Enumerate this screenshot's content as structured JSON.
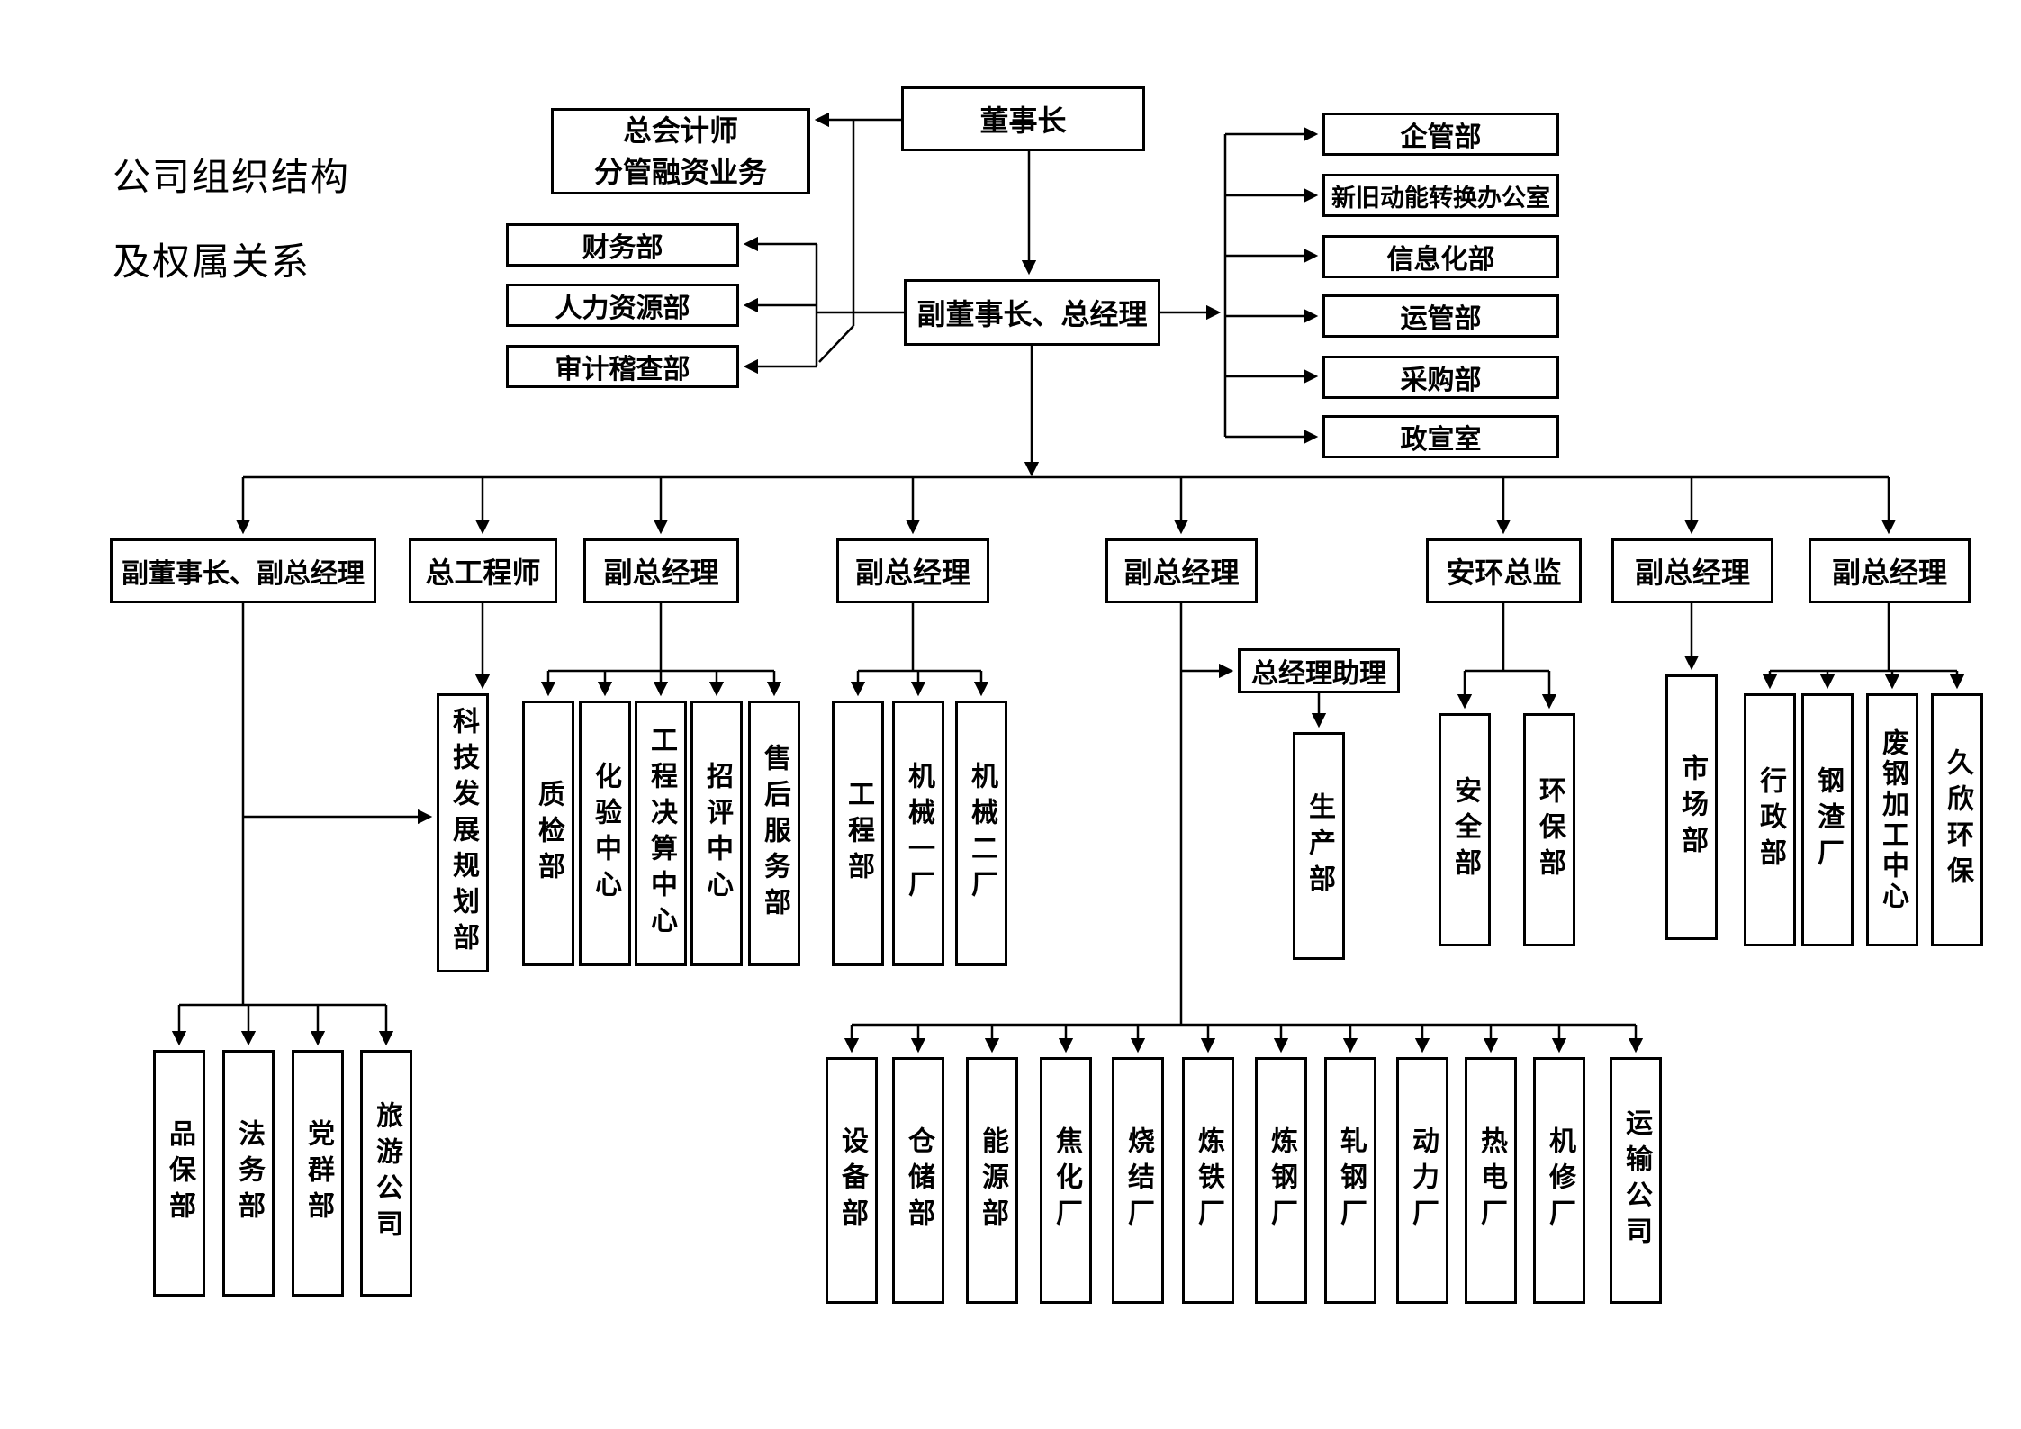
{
  "title": {
    "line1": "公司组织结构",
    "line2": "及权属关系"
  },
  "top": {
    "chairman": "董事长",
    "chief_accountant": {
      "line1": "总会计师",
      "line2": "分管融资业务"
    },
    "vice_chairman_gm": "副董事长、总经理",
    "left_depts": {
      "finance": "财务部",
      "hr": "人力资源部",
      "audit": "审计稽查部"
    },
    "right_depts": {
      "qiguan": "企管部",
      "new_old_kinetic": "新旧动能转换办公室",
      "informatization": "信息化部",
      "yunguan": "运管部",
      "procurement": "采购部",
      "zhengxuan": "政宣室"
    }
  },
  "level2": {
    "vice_chairman_vgm": "副董事长、副总经理",
    "chief_engineer": "总工程师",
    "dgm_quality": "副总经理",
    "dgm_machinery": "副总经理",
    "dgm_production": "副总经理",
    "safety_env_director": "安环总监",
    "dgm_market": "副总经理",
    "dgm_admin": "副总经理",
    "gm_assistant": "总经理助理"
  },
  "level3": {
    "tech_dev_planning": "科技发展规划部",
    "pinbao": "品保部",
    "legal": "法务部",
    "party_mass": "党群部",
    "tourism": "旅游公司",
    "quality_inspection": "质检部",
    "assay_center": "化验中心",
    "final_account_center": "工程决算中心",
    "bid_eval_center": "招评中心",
    "after_sales": "售后服务部",
    "engineering": "工程部",
    "machinery1": "机械一厂",
    "machinery2": "机械二厂",
    "production": "生产部",
    "equipment": "设备部",
    "warehouse": "仓储部",
    "energy": "能源部",
    "coking": "焦化厂",
    "sintering": "烧结厂",
    "ironmaking": "炼铁厂",
    "steelmaking": "炼钢厂",
    "rolling": "轧钢厂",
    "power": "动力厂",
    "thermal_power": "热电厂",
    "machine_repair": "机修厂",
    "transport": "运输公司",
    "safety": "安全部",
    "env_protection": "环保部",
    "market": "市场部",
    "admin": "行政部",
    "steel_slag": "钢渣厂",
    "scrap_processing": "废钢加工中心",
    "jiuxin_env": "久欣环保"
  }
}
